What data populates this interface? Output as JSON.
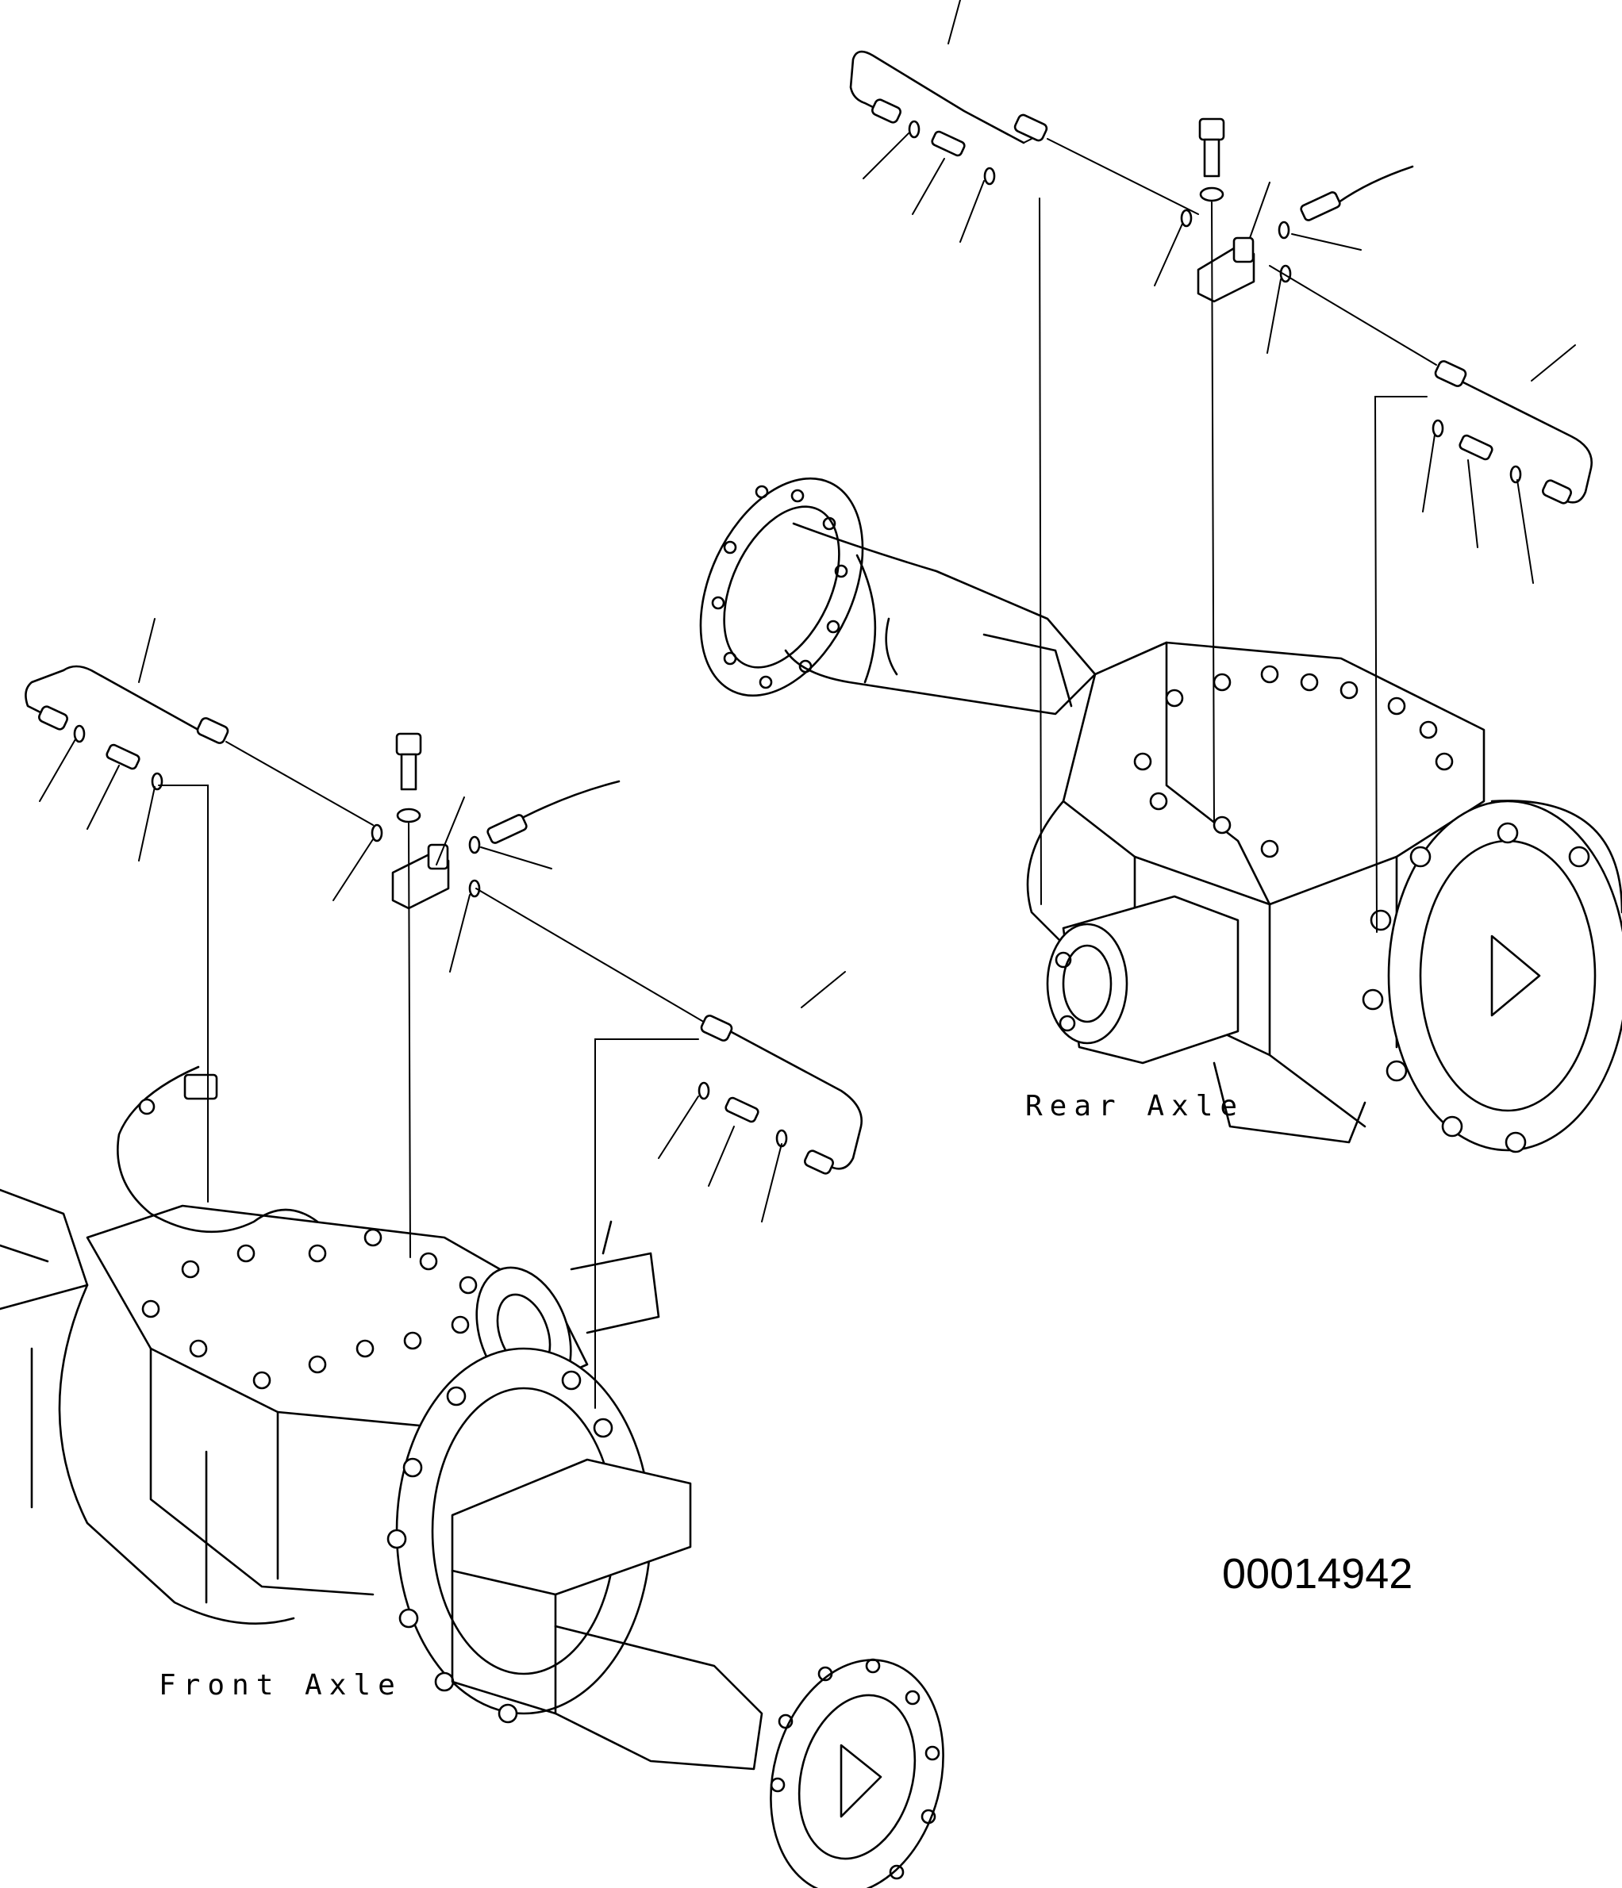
{
  "labels": {
    "rear_axle": "Rear Axle",
    "front_axle": "Front Axle",
    "drawing_number": "00014942"
  },
  "icons": {
    "rear_axle_assembly": "axle-housing-icon",
    "front_axle_assembly": "axle-housing-icon",
    "brake_tube": "tube-icon",
    "bracket": "bracket-icon",
    "bolt": "bolt-icon",
    "washer": "washer-icon",
    "o_ring": "o-ring-icon",
    "hose": "hose-icon",
    "connector": "connector-icon"
  },
  "colors": {
    "line": "#000000",
    "background": "#ffffff"
  }
}
